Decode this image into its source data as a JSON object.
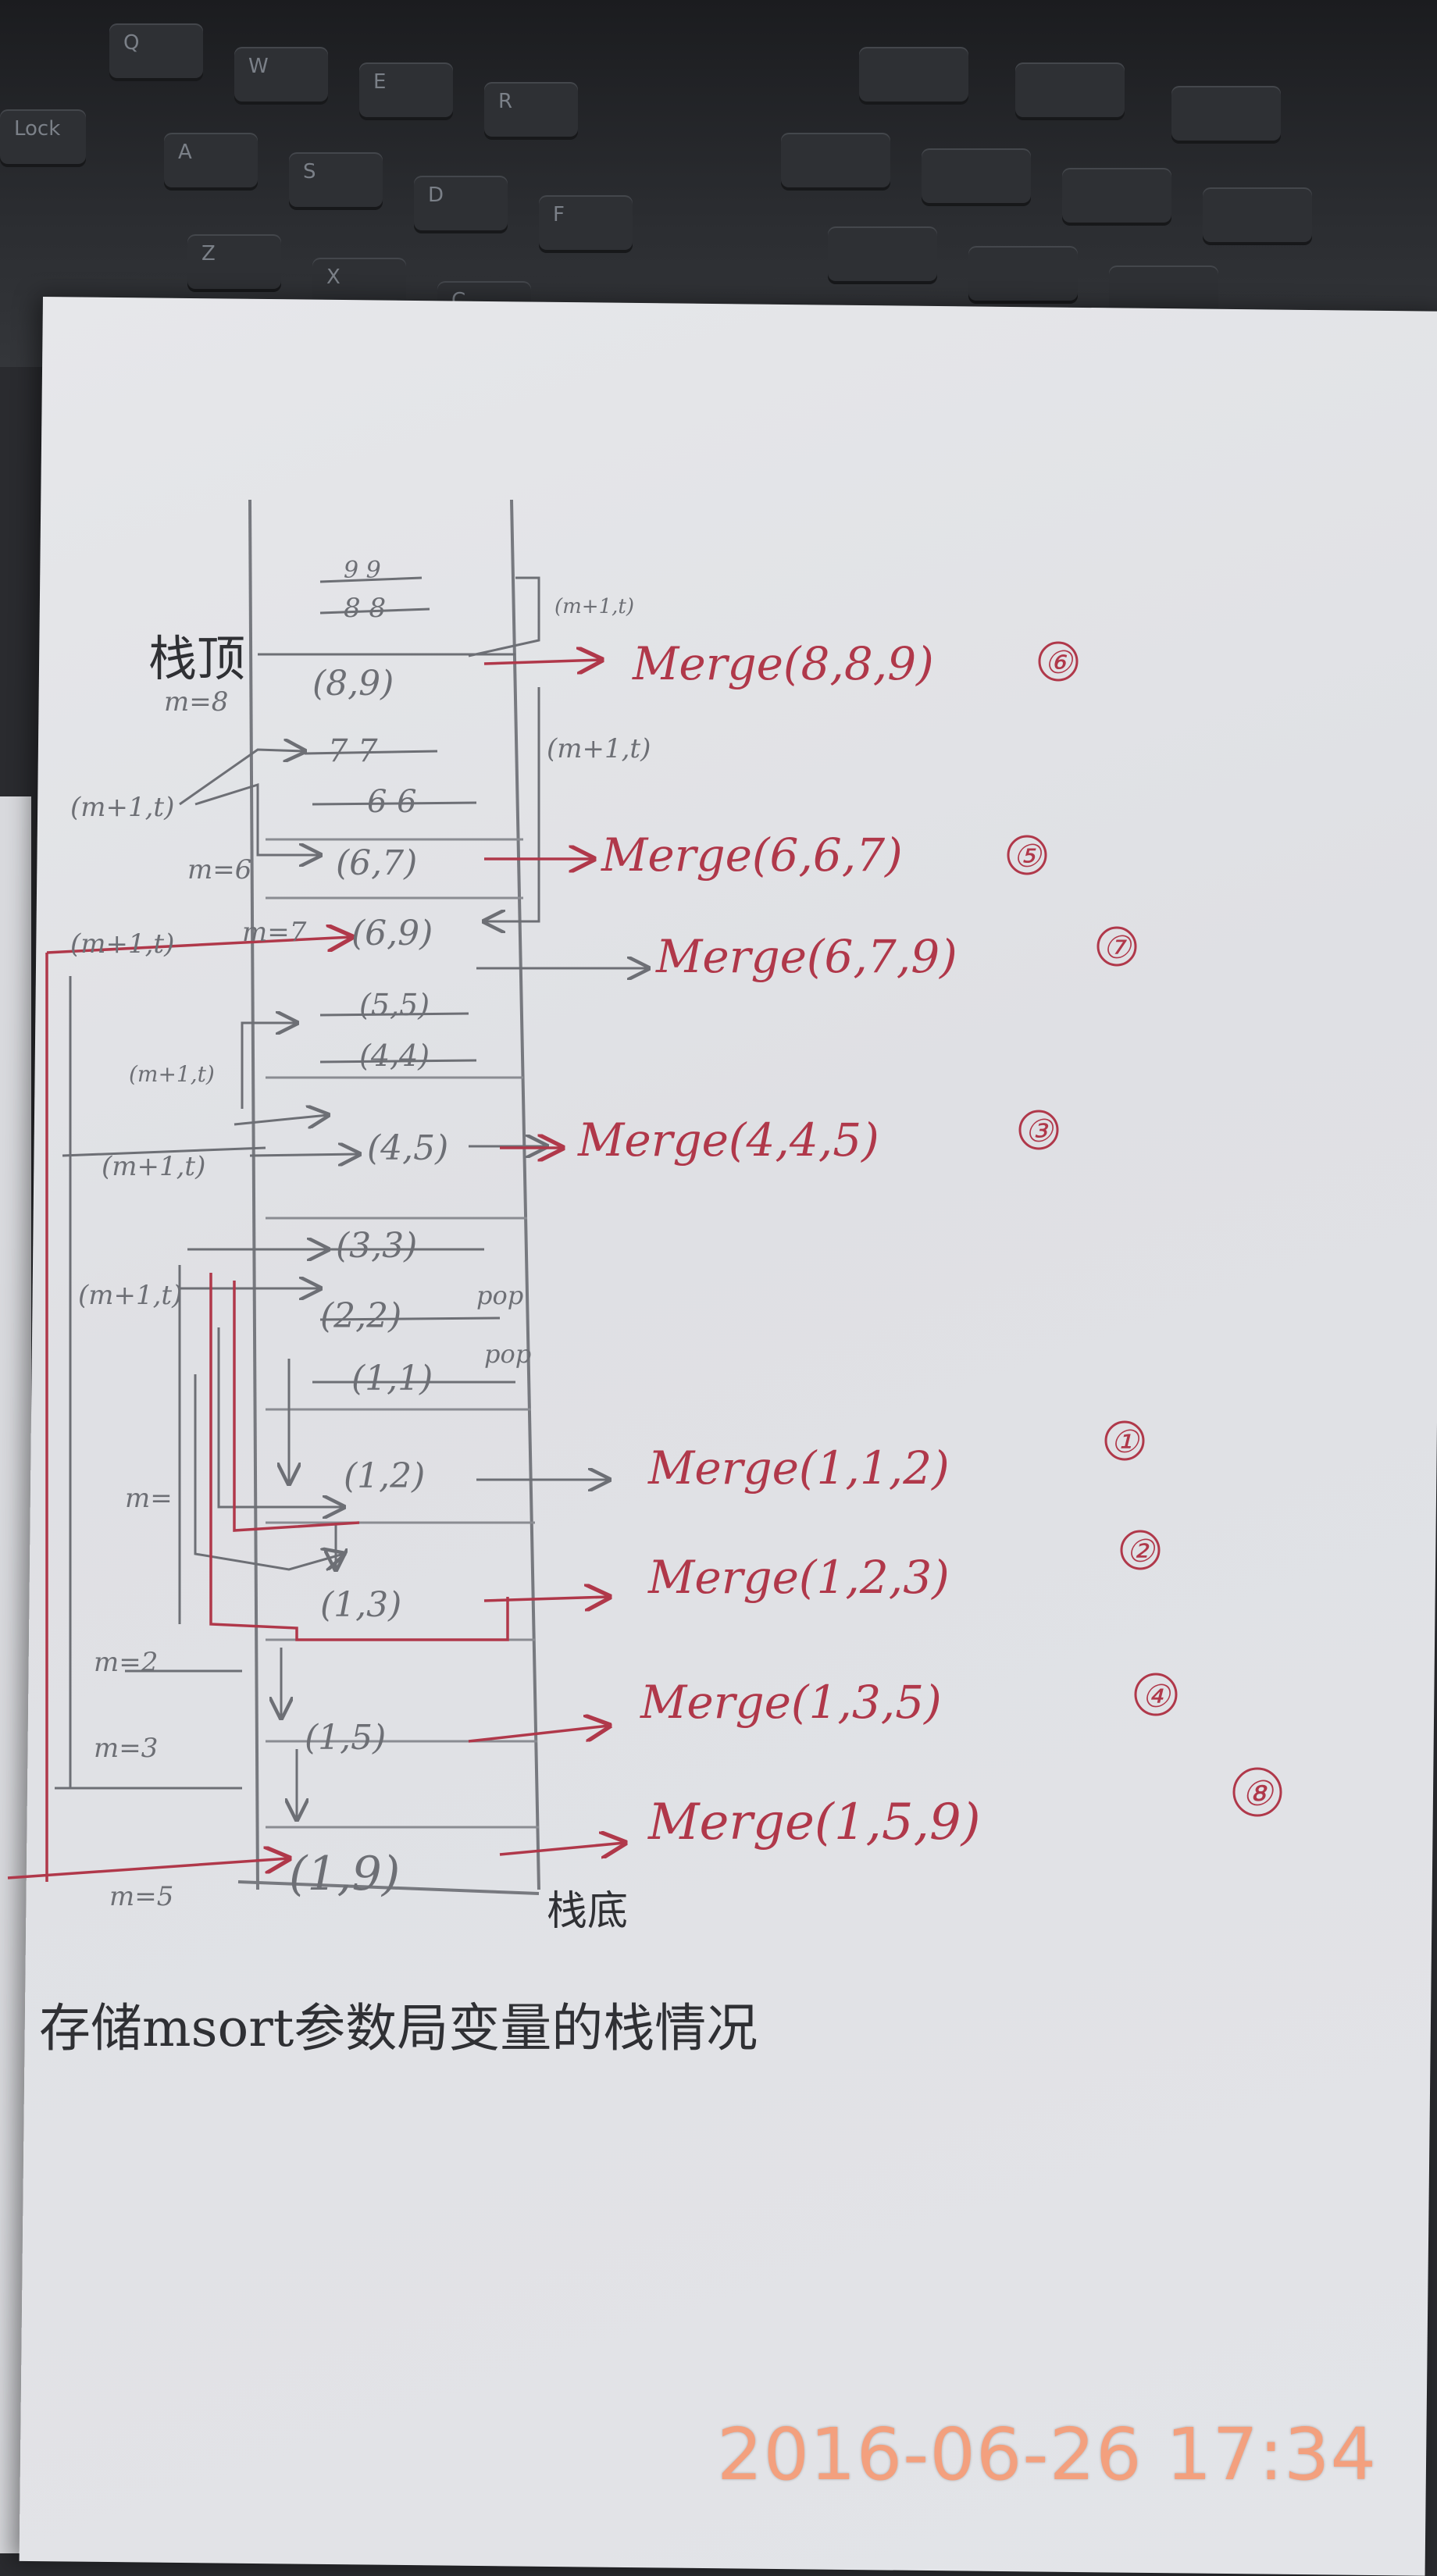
{
  "keyboard": {
    "keys": [
      "Q",
      "W",
      "E",
      "R",
      "A",
      "S",
      "D",
      "F",
      "Z",
      "X",
      "C",
      "Lock"
    ]
  },
  "note": {
    "top_label": "栈顶",
    "bottom_label": "栈底",
    "caption": "存储msort参数局变量的栈情况",
    "side_labels": [
      "m=8",
      "(m+1,t)",
      "(m+1,t)",
      "m=6",
      "(m+1,t)",
      "m=7",
      "(m+1,t)",
      "(m+1,t)",
      "(m+1,t)",
      "(m+1,t)",
      "m=",
      "m=2",
      "m=3",
      "m=5"
    ],
    "stack_cells": [
      "9 9",
      "8 8",
      "(8,9)",
      "7 7",
      "6 6",
      "(6,7)",
      "(6,9)",
      "(5,5)",
      "(4,4)",
      "(4,5)",
      "(3,3)",
      "(2,2)",
      "(1,1)",
      "(1,2)",
      "(1,3)",
      "(1,5)",
      "(1,9)"
    ],
    "pop_marks": [
      "pop",
      "pop"
    ],
    "merges": [
      {
        "call": "Merge(8,8,9)",
        "order": "⑥"
      },
      {
        "call": "Merge(6,6,7)",
        "order": "⑤"
      },
      {
        "call": "Merge(6,7,9)",
        "order": "⑦"
      },
      {
        "call": "Merge(4,4,5)",
        "order": "③"
      },
      {
        "call": "Merge(1,1,2)",
        "order": "①"
      },
      {
        "call": "Merge(1,2,3)",
        "order": "②"
      },
      {
        "call": "Merge(1,3,5)",
        "order": "④"
      },
      {
        "call": "Merge(1,5,9)",
        "order": "⑧"
      }
    ]
  },
  "timestamp": "2016-06-26 17:34",
  "colors": {
    "pencil": "#6d6f75",
    "red_ink": "#b0384a",
    "timestamp": "#f3a07e"
  }
}
